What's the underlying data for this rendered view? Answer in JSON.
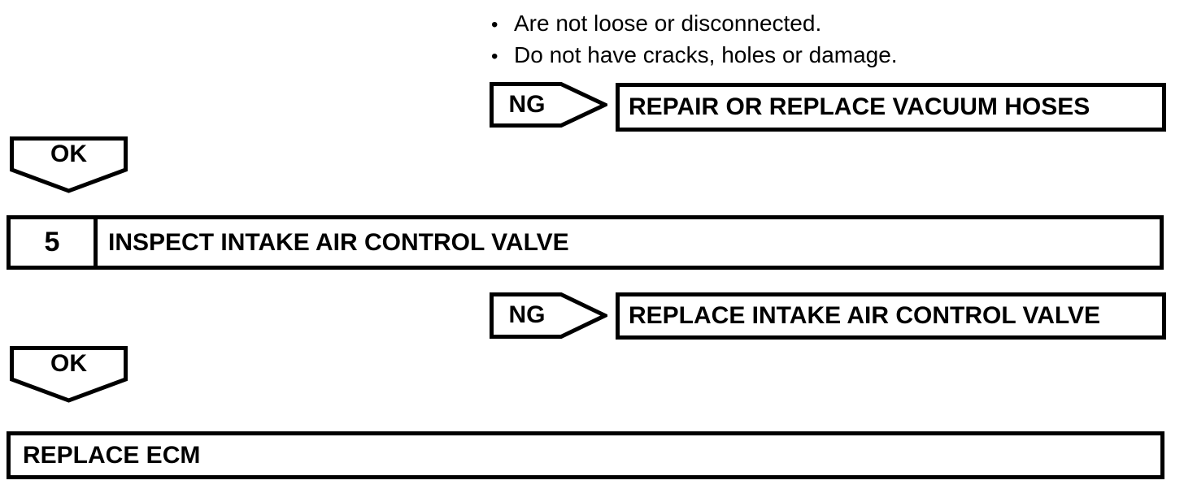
{
  "colors": {
    "ink": "#000000",
    "paper": "#ffffff"
  },
  "notes": {
    "bullet": "•",
    "items": [
      {
        "text": "Are not loose or disconnected."
      },
      {
        "text": "Do not have cracks, holes or damage."
      }
    ]
  },
  "branch1": {
    "connector": "NG",
    "action": "REPAIR OR REPLACE VACUUM HOSES"
  },
  "ok1": {
    "label": "OK"
  },
  "step": {
    "number": "5",
    "title": "INSPECT INTAKE AIR CONTROL VALVE"
  },
  "branch2": {
    "connector": "NG",
    "action": "REPLACE INTAKE AIR CONTROL VALVE"
  },
  "ok2": {
    "label": "OK"
  },
  "final": {
    "action": "REPLACE ECM"
  }
}
